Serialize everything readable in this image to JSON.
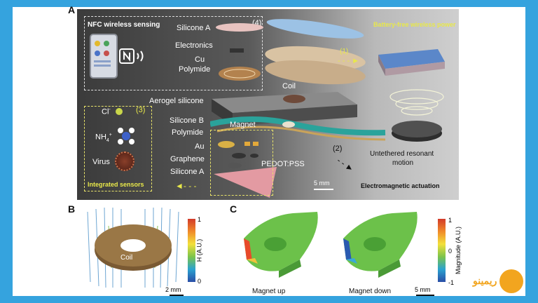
{
  "panel_letters": {
    "a": "A",
    "b": "B",
    "c": "C"
  },
  "panel_a": {
    "nfc_title": "NFC wireless sensing",
    "battery_free_title": "Battery-free wireless power",
    "layers_top": [
      "Silicone A",
      "Electronics",
      "Cu",
      "Polymide"
    ],
    "aerogel": "Aerogel silicone",
    "coil": "Coil",
    "magnet": "Magnet",
    "layers_bottom": [
      "Silicone B",
      "Polymide",
      "Au",
      "Graphene",
      "Silicone A"
    ],
    "pedot": "PEDOT:PSS",
    "step1": "(1)",
    "step2": "(2)",
    "step3": "(3)",
    "step4": "(4)",
    "untethered_line1": "Untethered resonant",
    "untethered_line2": "motion",
    "em_actuation": "Electromagnetic actuation",
    "sensors": {
      "cl": "Cl",
      "cl_sup": "-",
      "nh4": "NH",
      "nh4_sub": "4",
      "nh4_sup": "+",
      "virus": "Virus"
    },
    "integrated_sensors": "Integrated sensors",
    "scalebar": "5 mm"
  },
  "panel_b": {
    "coil_label": "Coil",
    "colorbar_title": "H (A.U.)",
    "colorbar_max": "1",
    "colorbar_min": "0",
    "scalebar": "2 mm"
  },
  "panel_c": {
    "magnet_up": "Magnet up",
    "magnet_down": "Magnet down",
    "colorbar_title": "Magnitude (A.U.)",
    "colorbar_max": "1",
    "colorbar_mid": "0",
    "colorbar_min": "-1",
    "scalebar": "5 mm"
  },
  "logo": {
    "text": "ريمينو"
  },
  "colors": {
    "frame": "#35a3de",
    "accent_yellow": "#e8e84a",
    "logo_orange": "#f2a51f"
  }
}
